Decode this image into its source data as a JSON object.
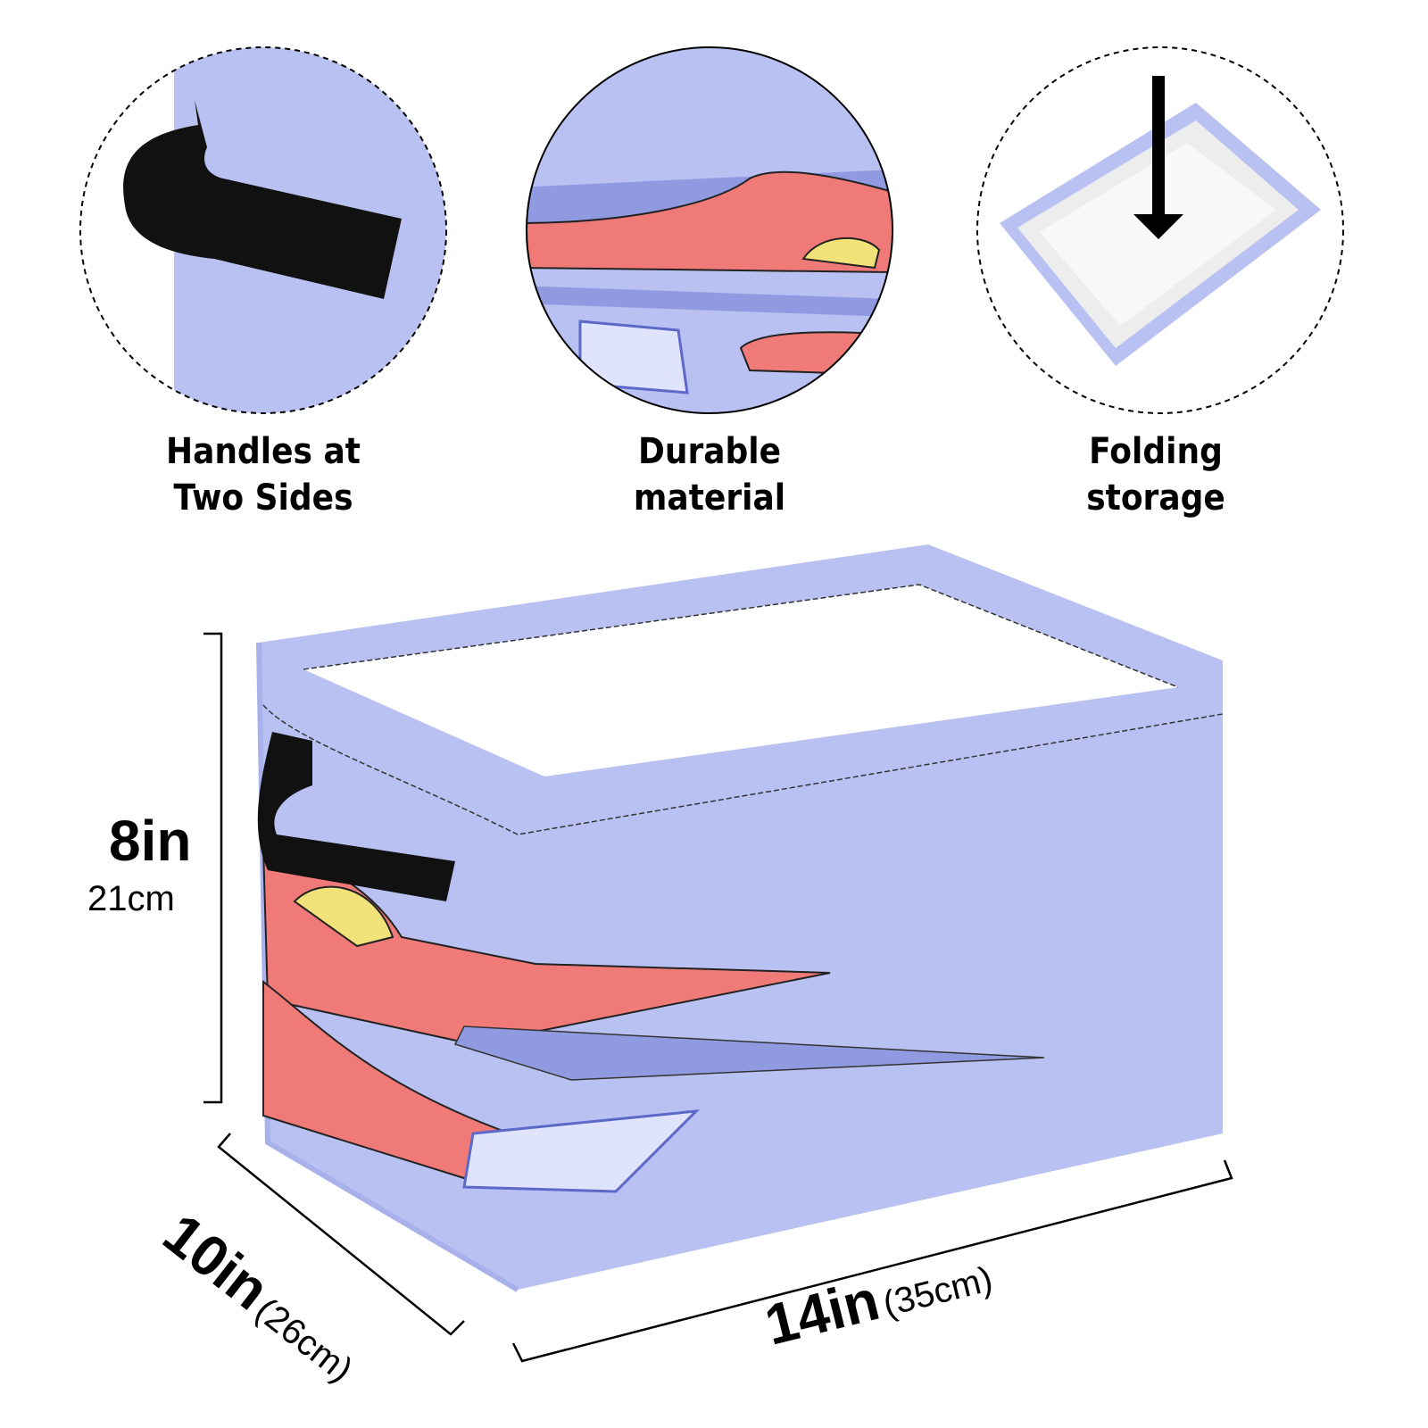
{
  "features": [
    {
      "line1": "Handles at",
      "line2": "Two Sides"
    },
    {
      "line1": "Durable",
      "line2": "material"
    },
    {
      "line1": "Folding",
      "line2": "storage"
    }
  ],
  "dimensions": {
    "height": {
      "imperial": "8in",
      "metric": "21cm"
    },
    "depth": {
      "imperial": "10in",
      "metric": "(26cm)"
    },
    "width": {
      "imperial": "14in",
      "metric": "(35cm)"
    }
  },
  "colors": {
    "fabric": "#b9c1f2",
    "fabric_dark": "#a8b1ea",
    "pink": "#f07a78",
    "yellow": "#f2e27a",
    "handle": "#111111",
    "lining": "#ffffff"
  }
}
